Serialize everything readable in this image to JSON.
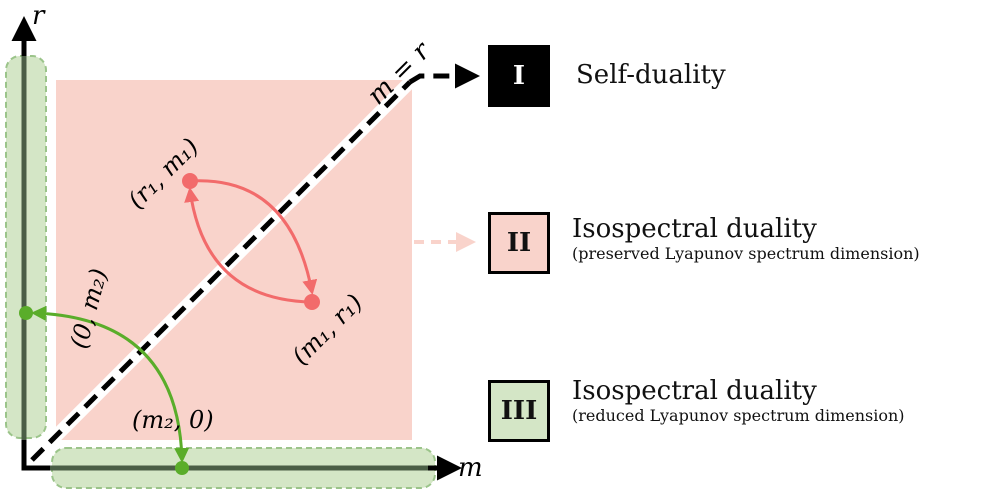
{
  "axes": {
    "x_label": "m",
    "y_label": "r",
    "diagonal_label": "m = r"
  },
  "points": {
    "p1": "(r₁, m₁)",
    "p2": "(m₁, r₁)",
    "p3": "(0, m₂)",
    "p4": "(m₂, 0)"
  },
  "legend": [
    {
      "id": "I",
      "title": "Self-duality",
      "subtitle": ""
    },
    {
      "id": "II",
      "title": "Isospectral duality",
      "subtitle": "(preserved Lyapunov spectrum dimension)"
    },
    {
      "id": "III",
      "title": "Isospectral duality",
      "subtitle": "(reduced Lyapunov spectrum dimension)"
    }
  ],
  "colors": {
    "region_fill": "#f9d3cb",
    "band_fill": "#d4e6c6",
    "band_border": "#9bc48a",
    "axis_dark": "#4b5e46",
    "red": "#f26b6b",
    "green": "#5aad2a",
    "box_I": "#000000",
    "box_II": "#f9d3cb",
    "box_III": "#d4e6c6"
  }
}
